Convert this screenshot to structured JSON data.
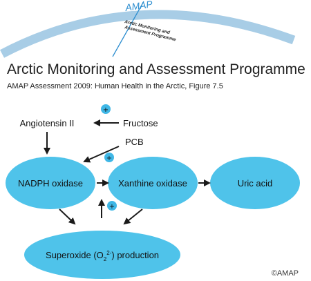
{
  "header": {
    "logo": {
      "acronym": "AMAP",
      "line1": "Arctic Monitoring and",
      "line2": "Assessment Programme"
    },
    "title": "Arctic Monitoring and Assessment Programme",
    "subtitle": "AMAP Assessment 2009: Human Health in the Arctic, Figure 7.5"
  },
  "diagram": {
    "nodes": {
      "nadph": "NADPH oxidase",
      "xanthine": "Xanthine oxidase",
      "uric": "Uric acid",
      "superoxide_pre": "Superoxide (O",
      "superoxide_sub": "2",
      "superoxide_sup": "2-",
      "superoxide_post": ") production"
    },
    "inputs": {
      "angiotensin": "Angiotensin II",
      "fructose": "Fructose",
      "pcb": "PCB"
    },
    "plus_symbol": "+"
  },
  "footer": {
    "copyright": "©AMAP"
  },
  "colors": {
    "ellipse": "#4fc3ea",
    "plus_circle": "#3fb7e6",
    "arc": "#a8cde6",
    "arrow": "#1a1a1a"
  }
}
